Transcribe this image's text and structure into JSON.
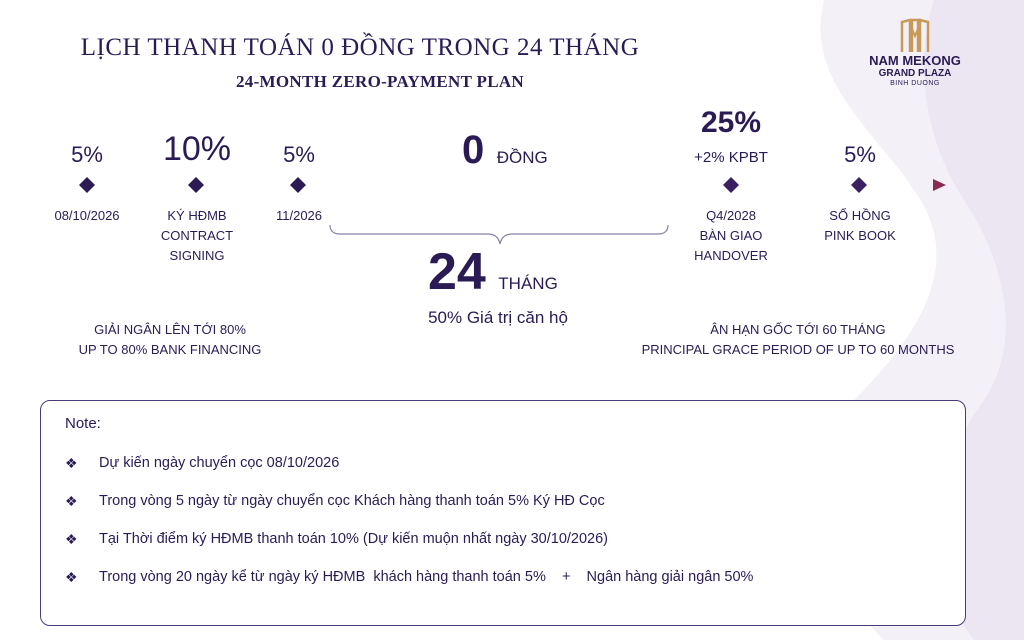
{
  "header": {
    "title": "LỊCH THANH TOÁN 0 ĐỒNG TRONG 24 THÁNG",
    "subtitle": "24-MONTH ZERO-PAYMENT PLAN"
  },
  "logo": {
    "line1": "NAM MEKONG",
    "line2": "GRAND PLAZA",
    "line3": "BINH DUONG"
  },
  "colors": {
    "primary": "#2a1b55",
    "accent": "#6b2a5e",
    "arrow": "#8b2a55",
    "deco": "#f1eef6"
  },
  "timeline": {
    "m1": {
      "pct": "5%",
      "date": "08/10/2026"
    },
    "m2": {
      "pct": "10%",
      "label1": "KÝ HĐMB",
      "label2": "CONTRACT",
      "label3": "SIGNING"
    },
    "m3": {
      "pct": "5%",
      "date": "11/2026"
    },
    "zero": {
      "num": "0",
      "unit": "ĐỒNG"
    },
    "m4": {
      "pct": "25%",
      "extra": "+2% KPBT",
      "label1": "Q4/2028",
      "label2": "BÀN GIAO",
      "label3": "HANDOVER"
    },
    "m5": {
      "pct": "5%",
      "label1": "SỔ HỒNG",
      "label2": "PINK BOOK"
    },
    "months": {
      "num": "24",
      "unit": "THÁNG",
      "caption": "50% Giá trị căn hộ"
    },
    "left_note": {
      "line1": "GIẢI NGÂN LÊN TỚI 80%",
      "line2": "UP TO 80% BANK FINANCING"
    },
    "right_note": {
      "line1": "ÂN HẠN GỐC TỚI 60 THÁNG",
      "line2": "PRINCIPAL GRACE PERIOD OF UP TO 60 MONTHS"
    }
  },
  "note": {
    "title": "Note:",
    "bullet_icon": "❖",
    "items": [
      "Dự kiến ngày chuyển cọc  08/10/2026",
      "Trong vòng 5 ngày từ ngày chuyển cọc Khách hàng thanh toán 5%  Ký HĐ Cọc",
      "Tại Thời điểm ký HĐMB thanh toán 10%  (Dự kiến muộn nhất ngày 30/10/2026)",
      "Trong vòng 20 ngày kể từ ngày ký HĐMB  khách hàng thanh toán 5%    +    Ngân hàng giải ngân 50%"
    ]
  }
}
